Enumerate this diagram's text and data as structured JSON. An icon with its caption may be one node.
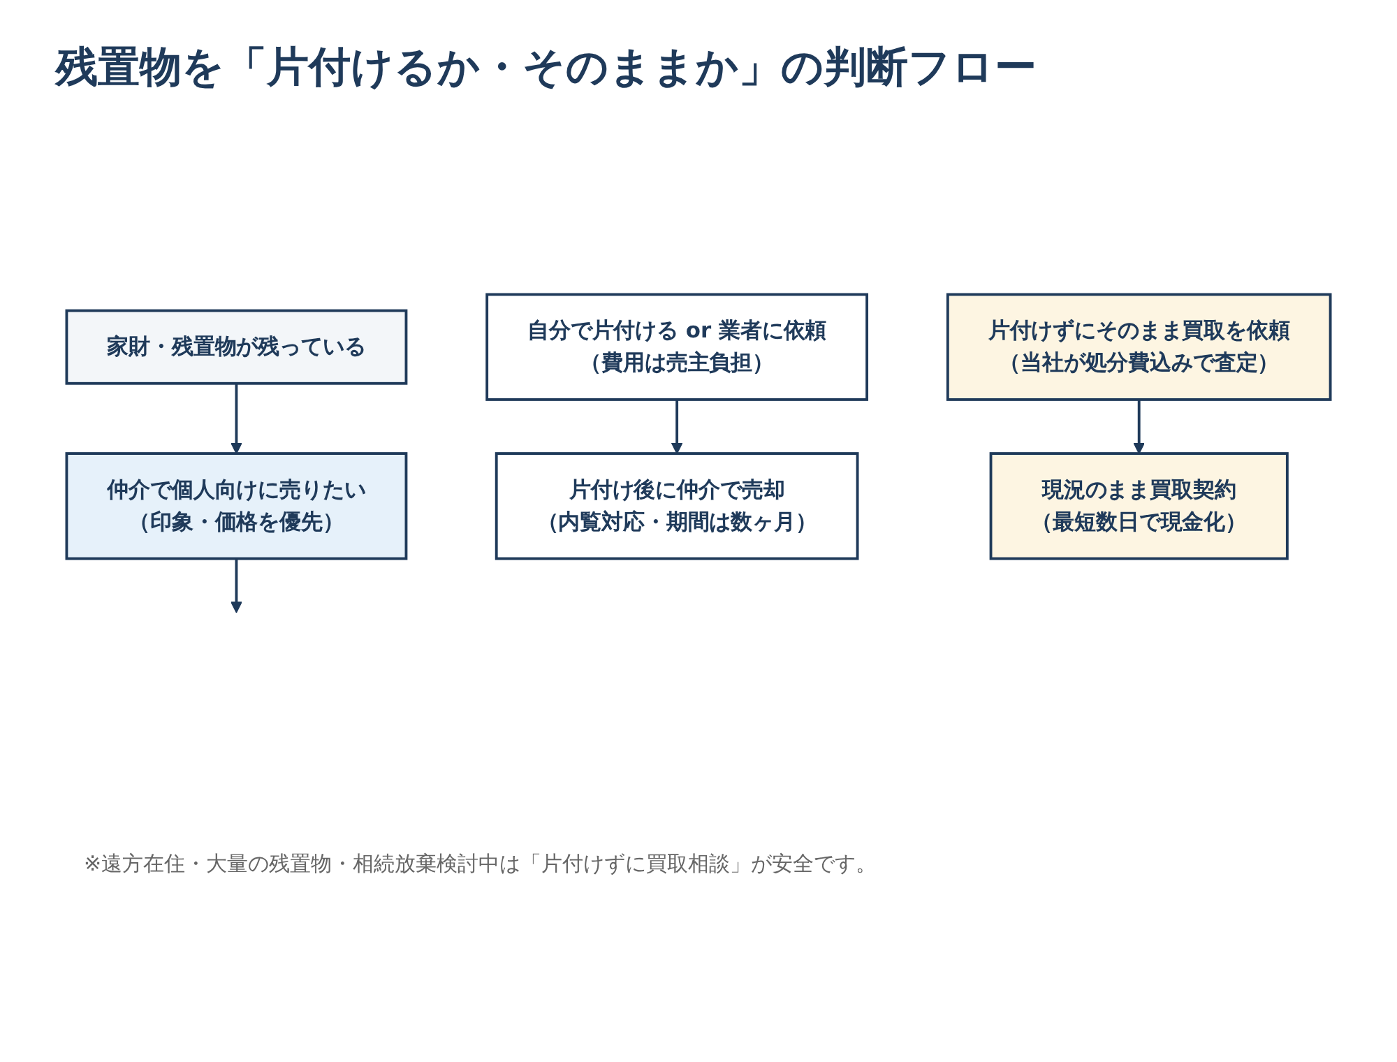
{
  "diagram": {
    "title": "残置物を「片付けるか・そのままか」の判断フロー",
    "nodes": [
      {
        "text": [
          "家財・残置物が残っている"
        ]
      },
      {
        "text": [
          "仲介で個人向けに売りたい",
          "（印象・価格を優先）"
        ]
      },
      {
        "text": [
          "自分で片付ける or 業者に依頼",
          "（費用は売主負担）"
        ]
      },
      {
        "text": [
          "片付け後に仲介で売却",
          "（内覧対応・期間は数ヶ月）"
        ]
      },
      {
        "text": [
          "片付けずにそのまま買取を依頼",
          "（当社が処分費込みで査定）"
        ]
      },
      {
        "text": [
          "現況のまま買取契約",
          "（最短数日で現金化）"
        ]
      }
    ],
    "edges": [
      {
        "from": 0,
        "to": 1,
        "arrow": "to"
      },
      {
        "from": 1,
        "to": null,
        "arrow": "to"
      },
      {
        "from": 2,
        "to": 3,
        "arrow": "to"
      },
      {
        "from": 4,
        "to": 5,
        "arrow": "to"
      }
    ],
    "labels": [
      "※遠方在住・大量の残置物・相続放棄検討中は「片付けずに買取相談」が安全です。"
    ]
  }
}
